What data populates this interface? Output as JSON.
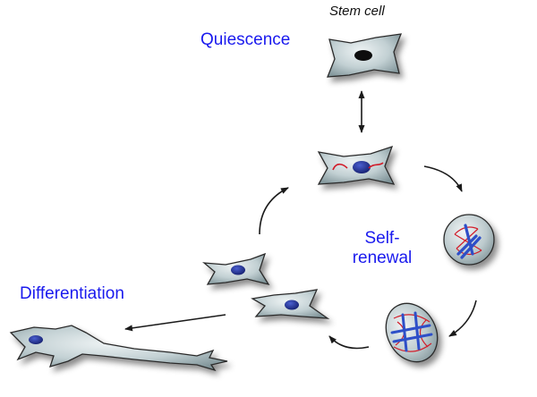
{
  "labels": {
    "stem_cell": "Stem cell",
    "quiescence": "Quiescence",
    "self_renewal_line1": "Self-",
    "self_renewal_line2": "renewal",
    "differentiation": "Differentiation"
  },
  "colors": {
    "label_blue": "#1a1aee",
    "cell_fill": "#b9c8cc",
    "nucleus": "#1f2d8f",
    "chromatid_red": "#d21f2a",
    "chromosome_blue": "#2d4fc8",
    "arrow": "#1a1a1a"
  }
}
